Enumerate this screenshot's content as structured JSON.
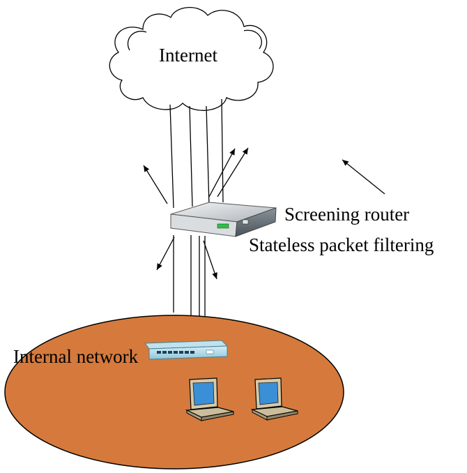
{
  "labels": {
    "internet": "Internet",
    "router": "Screening router",
    "filtering": "Stateless packet filtering",
    "internal": "Internal network"
  },
  "colors": {
    "network_fill": "#d57a3c",
    "device_screen": "#3b8fd6",
    "router_led": "#2fbf4a"
  },
  "icons": [
    "cloud-icon",
    "router-icon",
    "switch-icon",
    "laptop-icon"
  ]
}
